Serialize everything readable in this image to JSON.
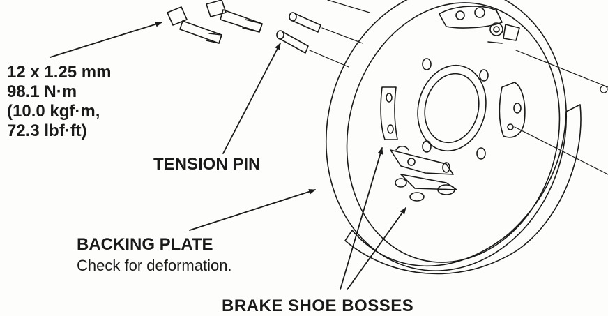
{
  "torque_spec": {
    "line1": "12 x 1.25 mm",
    "line2": "98.1 N·m",
    "line3": "(10.0 kgf·m,",
    "line4": "72.3 lbf·ft)"
  },
  "tension_pin": {
    "label": "TENSION PIN"
  },
  "backing_plate": {
    "title": "BACKING PLATE",
    "note": "Check for deformation."
  },
  "brake_shoe_bosses": {
    "label": "BRAKE SHOE BOSSES"
  },
  "colors": {
    "ink": "#1a1a1a",
    "paper": "#fdfdfb"
  }
}
